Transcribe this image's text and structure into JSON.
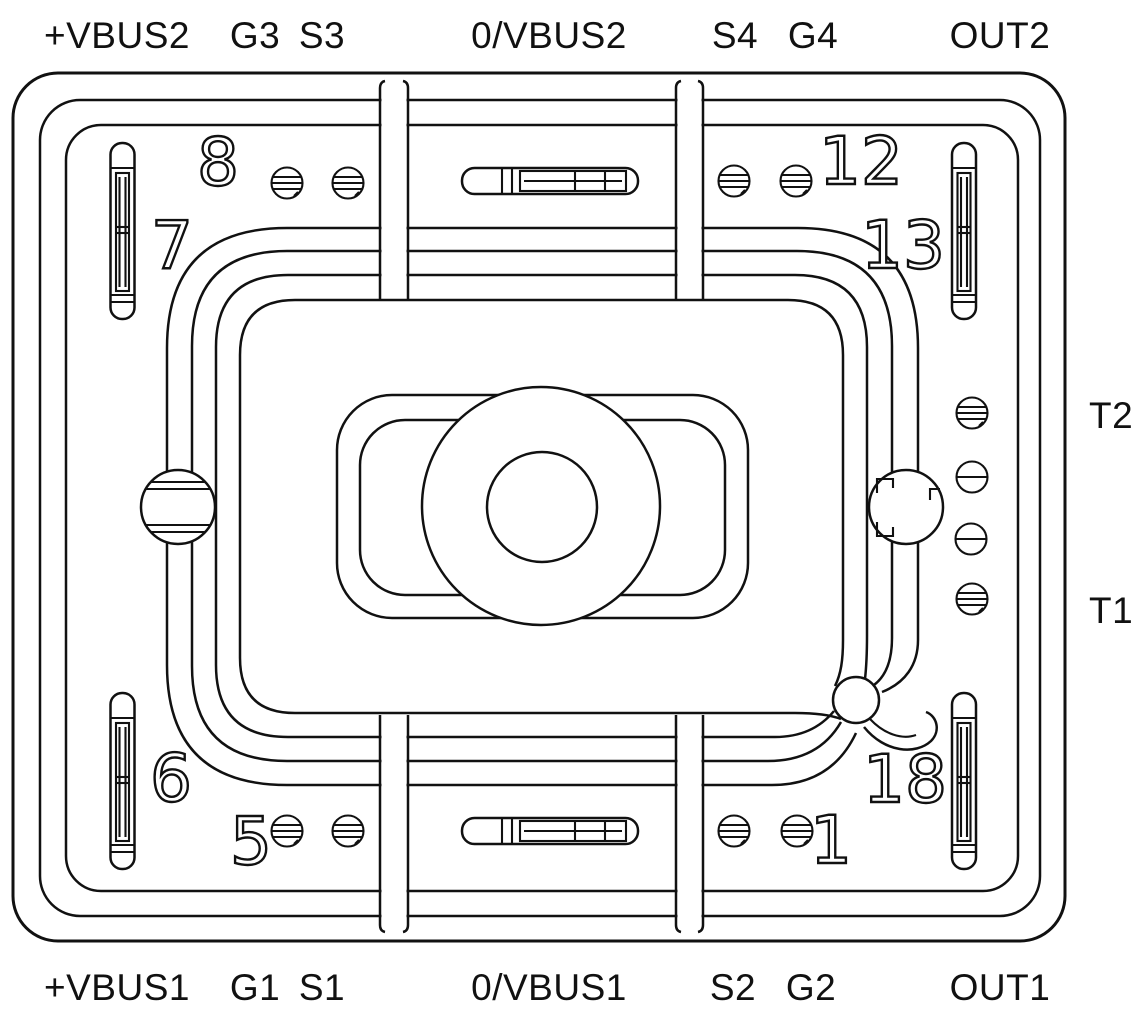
{
  "figure": {
    "kind": "power-module-pinout-top-view",
    "colors": {
      "line": "#111111",
      "background": "#ffffff"
    },
    "top_labels": [
      {
        "text": "+VBUS2"
      },
      {
        "text": "G3"
      },
      {
        "text": "S3"
      },
      {
        "text": "0/VBUS2"
      },
      {
        "text": "S4"
      },
      {
        "text": "G4"
      },
      {
        "text": "OUT2"
      }
    ],
    "bottom_labels": [
      {
        "text": "+VBUS1"
      },
      {
        "text": "G1"
      },
      {
        "text": "S1"
      },
      {
        "text": "0/VBUS1"
      },
      {
        "text": "S2"
      },
      {
        "text": "G2"
      },
      {
        "text": "OUT1"
      }
    ],
    "right_labels": [
      {
        "text": "T2"
      },
      {
        "text": "T1"
      }
    ],
    "pin_numbers": [
      {
        "text": "8"
      },
      {
        "text": "7"
      },
      {
        "text": "12"
      },
      {
        "text": "13"
      },
      {
        "text": "6"
      },
      {
        "text": "5"
      },
      {
        "text": "1"
      },
      {
        "text": "18"
      }
    ]
  }
}
